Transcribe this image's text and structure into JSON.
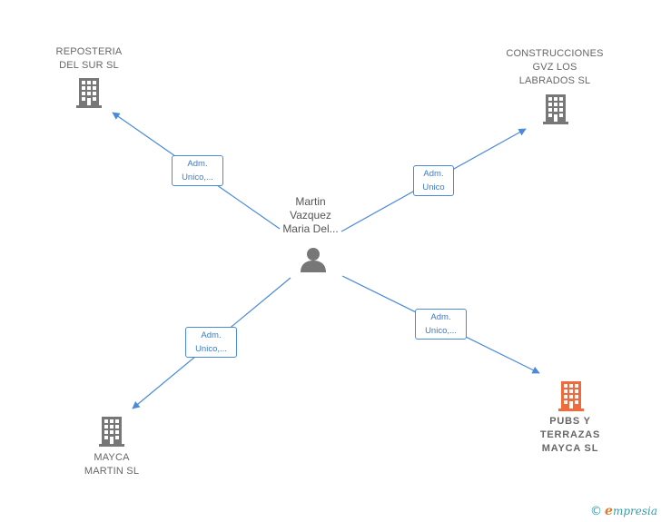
{
  "center": {
    "name_lines": [
      "Martin",
      "Vazquez",
      "Maria Del..."
    ],
    "icon": "person-icon"
  },
  "companies": [
    {
      "id": "reposteria",
      "name_lines": [
        "REPOSTERIA",
        "DEL SUR  SL"
      ],
      "icon": "building-icon",
      "color": "#777777",
      "highlight": false
    },
    {
      "id": "construcciones",
      "name_lines": [
        "CONSTRUCCIONES",
        "GVZ LOS",
        "LABRADOS SL"
      ],
      "icon": "building-icon",
      "color": "#777777",
      "highlight": false
    },
    {
      "id": "mayca-martin",
      "name_lines": [
        "MAYCA",
        "MARTIN  SL"
      ],
      "icon": "building-icon",
      "color": "#777777",
      "highlight": false
    },
    {
      "id": "pubs",
      "name_lines": [
        "PUBS Y",
        "TERRAZAS",
        "MAYCA  SL"
      ],
      "icon": "building-icon",
      "color": "#f26a3c",
      "highlight": true
    }
  ],
  "edges": [
    {
      "target": "reposteria",
      "label_lines": [
        "Adm.",
        "Unico,..."
      ]
    },
    {
      "target": "construcciones",
      "label_lines": [
        "Adm.",
        "Unico"
      ]
    },
    {
      "target": "mayca-martin",
      "label_lines": [
        "Adm.",
        "Unico,..."
      ]
    },
    {
      "target": "pubs",
      "label_lines": [
        "Adm.",
        "Unico,..."
      ]
    }
  ],
  "colors": {
    "edge": "#4a8ad9",
    "building": "#777777",
    "building_highlight": "#f26a3c",
    "person": "#777777"
  },
  "footer": {
    "copyright_symbol": "©",
    "brand_initial": "e",
    "brand_rest": "mpresia"
  }
}
